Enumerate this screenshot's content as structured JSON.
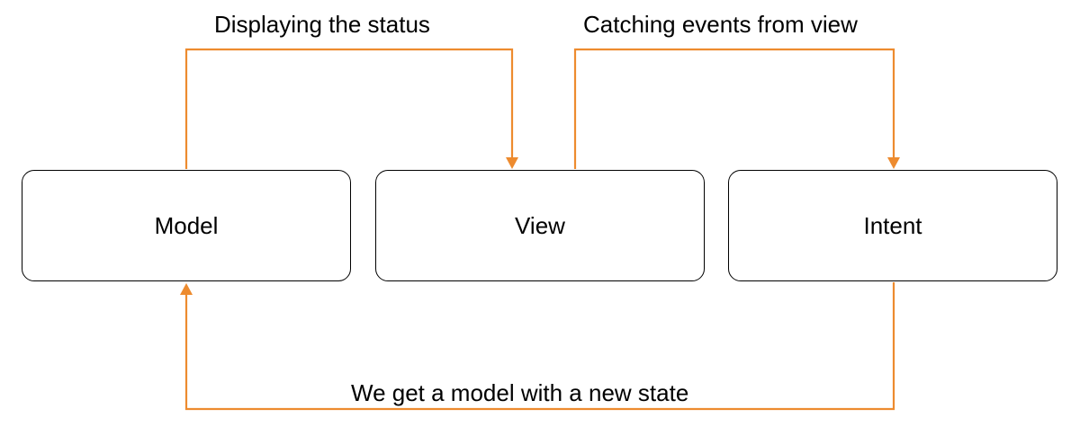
{
  "nodes": {
    "model": "Model",
    "view": "View",
    "intent": "Intent"
  },
  "flows": {
    "model_to_view": "Displaying the status",
    "view_to_intent": "Catching events from view",
    "intent_to_model": "We get a model with a new state"
  },
  "colors": {
    "arrow": "#ED8B2F",
    "box_border": "#000000",
    "text": "#000000"
  }
}
